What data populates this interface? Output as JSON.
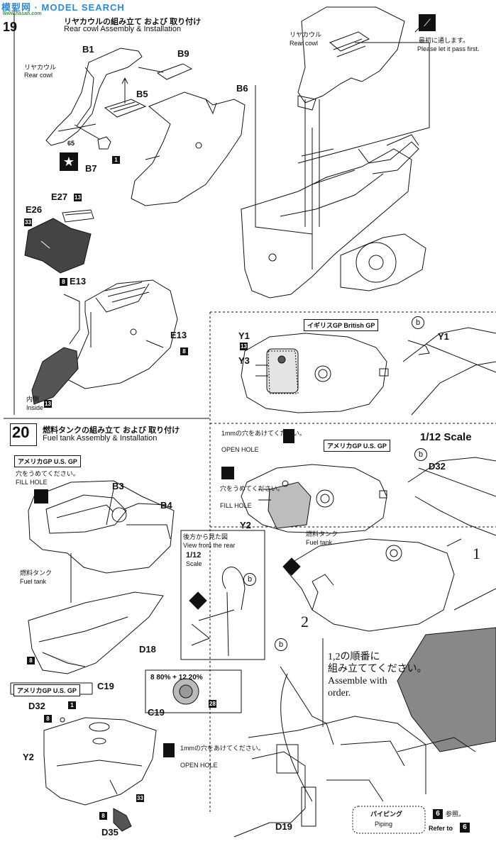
{
  "watermark": {
    "main": "模型网 · MODEL SEARCH",
    "sub": "www.hasan.com"
  },
  "step19": {
    "number": "19",
    "title_jp": "リヤカウルの組み立て および 取り付け",
    "title_en": "Rear cowl Assembly & Installation",
    "rear_cowl_jp": "リヤカウル",
    "rear_cowl_en": "Rear cowl",
    "rear_cowl2_jp": "リヤカウル",
    "rear_cowl2_en": "Rear cowl",
    "parts": {
      "b1": "B1",
      "b9": "B9",
      "b5": "B5",
      "b6": "B6",
      "b7": "B7",
      "e27": "E27",
      "e26": "E26",
      "e13a": "E13",
      "e13b": "E13"
    },
    "paint_65": "65",
    "paint_1": "1",
    "paint_13a": "13",
    "paint_33": "33",
    "paint_8a": "8",
    "paint_8b": "8",
    "paint_13b": "13",
    "inside_jp": "内側",
    "inside_en": "Inside",
    "note_jp": "最初に通します。",
    "note_en": "Please let it pass first."
  },
  "step20": {
    "number": "20",
    "title_jp": "燃料タンクの組み立て および 取り付け",
    "title_en": "Fuel tank Assembly & Installation",
    "usgp_tab": "アメリカGP U.S. GP",
    "fill_jp": "穴をうめてください。",
    "fill_en": "FILL HOLE",
    "parts": {
      "b3": "B3",
      "b4": "B4",
      "d18": "D18",
      "c19a": "C19",
      "c19b": "C19",
      "d32": "D32",
      "y2": "Y2",
      "d35": "D35"
    },
    "fuel_tank_jp": "燃料タンク",
    "fuel_tank_en": "Fuel tank",
    "paint_8": "8",
    "usgp_tab2": "アメリカGP U.S. GP",
    "mix_label": "8 80% + 12 20%",
    "paint_28": "28",
    "paint_1": "1",
    "paint_8c": "8",
    "paint_8d": "8",
    "paint_33": "33",
    "open_hole_jp": "1mmの穴をあけてください。",
    "open_hole_en": "OPEN HOLE",
    "rear_view_jp": "後方から見た図",
    "rear_view_en": "View from the rear",
    "scale_val": "1/12",
    "scale_en": "Scale",
    "b_label": "b"
  },
  "gp_panels": {
    "british_tab": "イギリスGP British GP",
    "y1a": "Y1",
    "y1b": "Y1",
    "y3": "Y3",
    "paint_13": "13",
    "usgp_tab": "アメリカGP U.S. GP",
    "scale": "1/12 Scale",
    "open_hole_jp": "1mmの穴をあけてください。",
    "open_hole_en": "OPEN HOLE",
    "fill_jp": "穴をうめてください。",
    "fill_en": "FILL HOLE",
    "y2": "Y2",
    "d32": "D32",
    "b1": "b",
    "b2": "b"
  },
  "install": {
    "fuel_tank_jp": "燃料タンク",
    "fuel_tank_en": "Fuel tank",
    "num1": "1",
    "num2": "2",
    "order_jp1": "1,2の順番に",
    "order_jp2": "組み立ててください。",
    "order_en1": "Assemble with",
    "order_en2": "order.",
    "d19": "D19",
    "b_label": "b"
  },
  "footer": {
    "piping_jp": "パイピング",
    "piping_en": "Piping",
    "ref_jp": "参照。",
    "ref_en": "Refer to",
    "ref_num1": "6",
    "ref_num2": "6"
  }
}
